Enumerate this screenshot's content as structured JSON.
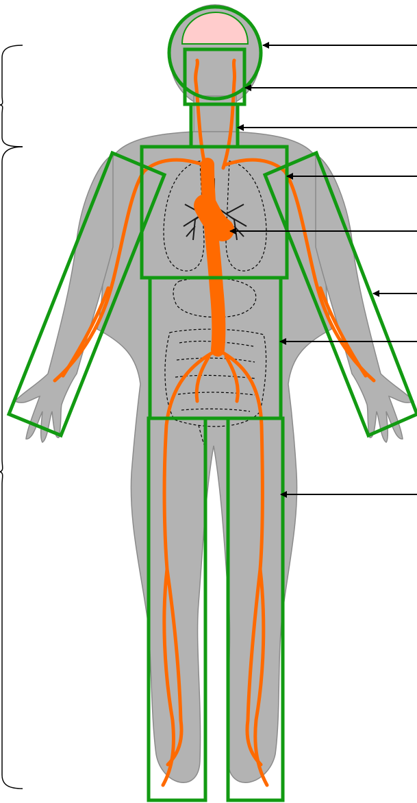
{
  "diagram": {
    "colors": {
      "body_fill": "#b3b3b3",
      "body_stroke": "#8a8a8a",
      "vessel": "#ff6a00",
      "region_box": "#129a12",
      "brain": "#ffcccc",
      "organ_outline": "#000000",
      "arrow": "#000000"
    },
    "regions": [
      {
        "id": "brain"
      },
      {
        "id": "head"
      },
      {
        "id": "neck"
      },
      {
        "id": "thorax"
      },
      {
        "id": "lungs"
      },
      {
        "id": "arms"
      },
      {
        "id": "abdomen"
      },
      {
        "id": "legs"
      }
    ],
    "brackets": [
      {
        "id": "upper"
      },
      {
        "id": "middle"
      },
      {
        "id": "torso"
      },
      {
        "id": "lower"
      }
    ],
    "labels": []
  }
}
